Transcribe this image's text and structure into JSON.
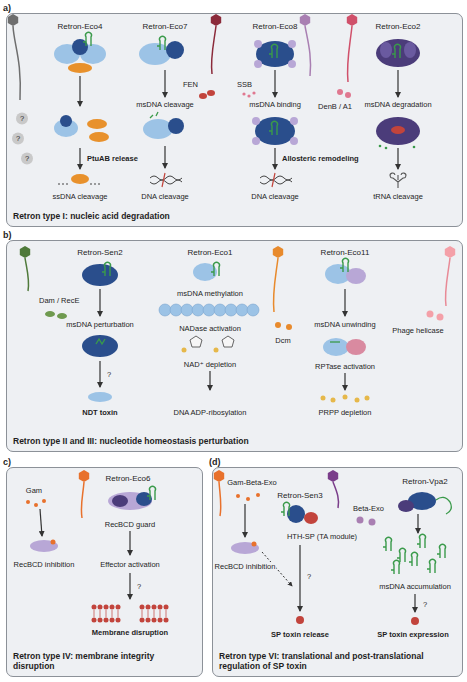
{
  "diagram": {
    "nodes": [
      {
        "text": [
          "a)",
          "Retron type I: nucleic acid degradation"
        ]
      },
      {
        "text": [
          "b)",
          "Retron type II and III: nucleotide homeostasis perturbation"
        ]
      },
      {
        "text": [
          "c)",
          "Retron type IV: membrane integrity disruption"
        ]
      },
      {
        "text": [
          "(d)",
          "Retron type VI: translational and post-translational regulation of SP toxin"
        ]
      }
    ],
    "labels": [
      "Retron-Eco4",
      "Retron-Eco7",
      "Retron-Eco8",
      "Retron-Eco2",
      "?",
      "?",
      "?",
      "FEN",
      "SSB",
      "DenB / A1",
      "msDNA cleavage",
      "msDNA binding",
      "msDNA degradation",
      "PtuAB release",
      "Allosteric remodeling",
      "ssDNA cleavage",
      "DNA cleavage",
      "DNA cleavage",
      "tRNA cleavage",
      "Retron-Sen2",
      "Retron-Eco1",
      "Retron-Eco11",
      "Dam / RecE",
      "msDNA methylation",
      "Dcm",
      "Phage helicase",
      "msDNA perturbation",
      "NADase activation",
      "msDNA unwinding",
      "?",
      "NAD⁺ depletion",
      "RPTase activation",
      "NDT toxin",
      "DNA ADP-ribosylation",
      "PRPP depletion",
      "Retron-Eco6",
      "Gam",
      "RecBCD guard",
      "RecBCD inhibition",
      "Effector activation",
      "?",
      "Membrane disruption",
      "Gam-Beta-Exo",
      "Retron-Sen3",
      "Retron-Vpa2",
      "Beta-Exo",
      "HTH-SP (TA module)",
      "RecBCD inhibition",
      "?",
      "msDNA accumulation",
      "?",
      "SP toxin release",
      "SP toxin expression"
    ]
  }
}
